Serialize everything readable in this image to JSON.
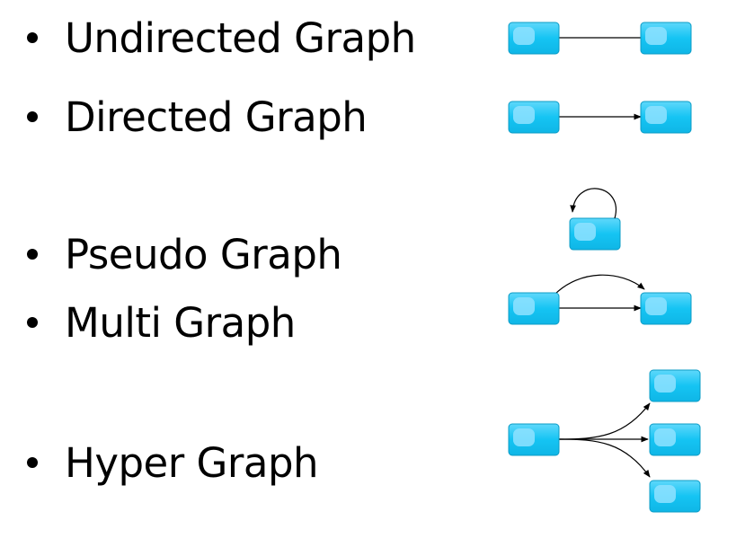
{
  "bullets": [
    {
      "label": "Undirected Graph"
    },
    {
      "label": "Directed Graph"
    },
    {
      "label": "Pseudo Graph"
    },
    {
      "label": "Multi Graph"
    },
    {
      "label": "Hyper Graph"
    }
  ],
  "colors": {
    "node_fill": "#13c4f2",
    "node_highlight": "#8fe2ff",
    "node_border": "#0c9cc6",
    "edge": "#000000",
    "text": "#000000"
  },
  "icons": [
    "bullet-dot",
    "graph-node",
    "edge-line",
    "arrowhead"
  ]
}
